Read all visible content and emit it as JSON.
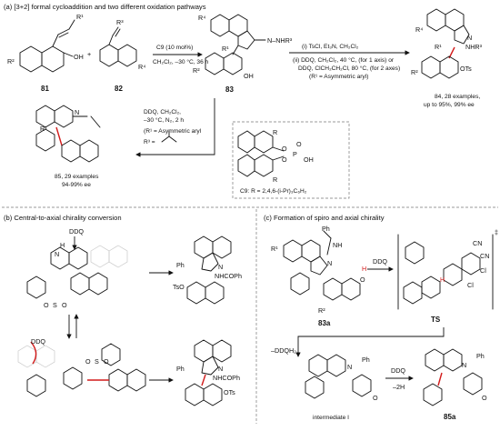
{
  "panel_a": {
    "title": "(a) [3+2] formal cycloaddition and two different oxidation pathways",
    "compound_81": "81",
    "compound_82": "82",
    "compound_83": "83",
    "compound_84": "84",
    "compound_85": "85",
    "plus": "+",
    "r1": "R¹",
    "r2": "R²",
    "r3": "R³",
    "r4": "R⁴",
    "oh": "OH",
    "nnhr3": "N–NHR³",
    "nhr3_text": "NHR³",
    "n_text": "N",
    "ots": "OTs",
    "cond_83_line1": "C9 (10 mol%)",
    "cond_83_line2": "CH₂Cl₂, –30 °C, 36 h",
    "cond_84_line1": "(i) TsCl, Et₃N, CH₂Cl₂",
    "cond_84_line2": "(ii) DDQ, CH₂Cl₂, 40 °C, (for 1 axis) or",
    "cond_84_line3": "DDQ, ClCH₂CH₂Cl, 80 °C, (for 2 axes)",
    "cond_84_line4": "(R¹ = Asymmetric aryl)",
    "result_84_line1": "84, 28 examples,",
    "result_84_line2": "up to 95%, 99% ee",
    "cond_85_line1": "DDQ, CH₂Cl₂,",
    "cond_85_line2": "–30 °C, N₂, 2 h",
    "cond_85_line3": "(R¹ = Asymmetric aryl",
    "cond_85_line4": "R³ =",
    "result_85_line1": "85, 29 examples",
    "result_85_line2": "94-99% ee",
    "catalyst_label": "C9: R = 2,4,6-(i-Pr)₃C₆H₂",
    "catalyst_p": "P",
    "catalyst_o": "O",
    "catalyst_oh": "OH",
    "catalyst_r": "R"
  },
  "panel_b": {
    "title": "(b) Central-to-axial chirality conversion",
    "ddq_top": "DDQ",
    "ddq_bottom": "DDQ",
    "ph_top": "Ph",
    "ph_bottom": "Ph",
    "nhcoph_top": "NHCOPh",
    "nhcoph_bottom": "NHCOPh",
    "tso": "TsO",
    "ots": "OTs",
    "n": "N",
    "h": "H",
    "s": "S",
    "o": "O"
  },
  "panel_c": {
    "title": "(c) Formation of spiro and axial chirality",
    "label_83a": "83a",
    "label_ts": "TS",
    "label_int": "intermediate I",
    "label_85a": "85a",
    "ddq_1": "DDQ",
    "ddq_2": "DDQ",
    "minus_h2": "–2H",
    "minus_ddqh2": "–DDQH₂",
    "ph": "Ph",
    "nh": "NH",
    "n": "N",
    "r1": "R¹",
    "r2": "R²",
    "cn": "CN",
    "cl": "Cl",
    "o": "O",
    "h": "H",
    "dagger": "‡"
  }
}
